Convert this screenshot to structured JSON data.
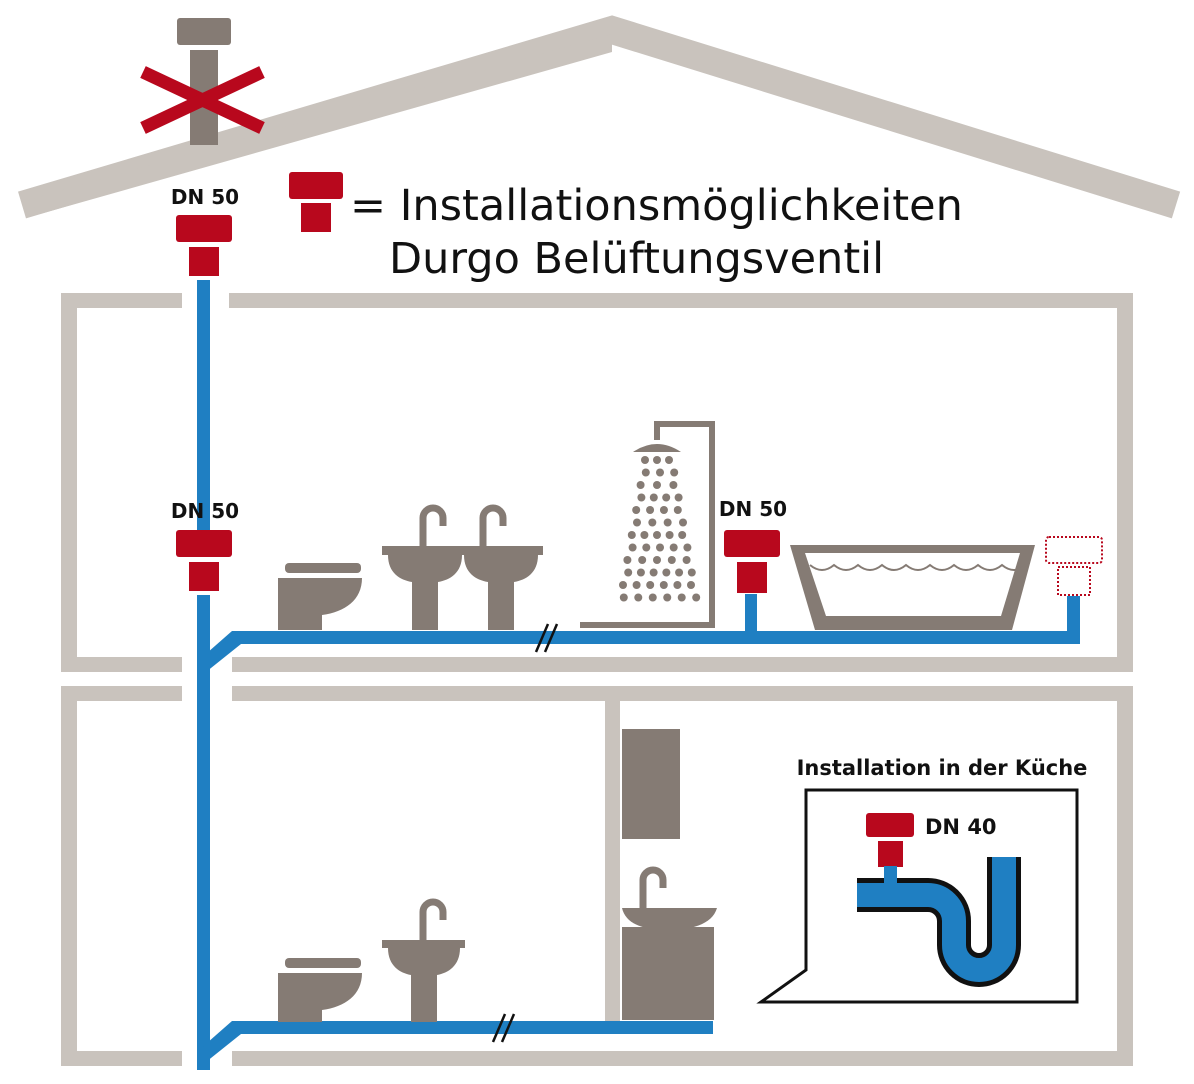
{
  "legend": {
    "line1": "= Installationsmöglichkeiten",
    "line2": "Durgo Belüftungsventil"
  },
  "valves": {
    "roof_label": "DN 50",
    "stack_label": "DN 50",
    "bath_label": "DN 50"
  },
  "kitchen": {
    "title": "Installation in der Küche",
    "valve_label": "DN 40"
  },
  "colors": {
    "wall": "#c9c3bd",
    "fixture": "#857b74",
    "valve": "#b8081d",
    "pipe": "#1f7fc2",
    "outline": "#111111"
  }
}
